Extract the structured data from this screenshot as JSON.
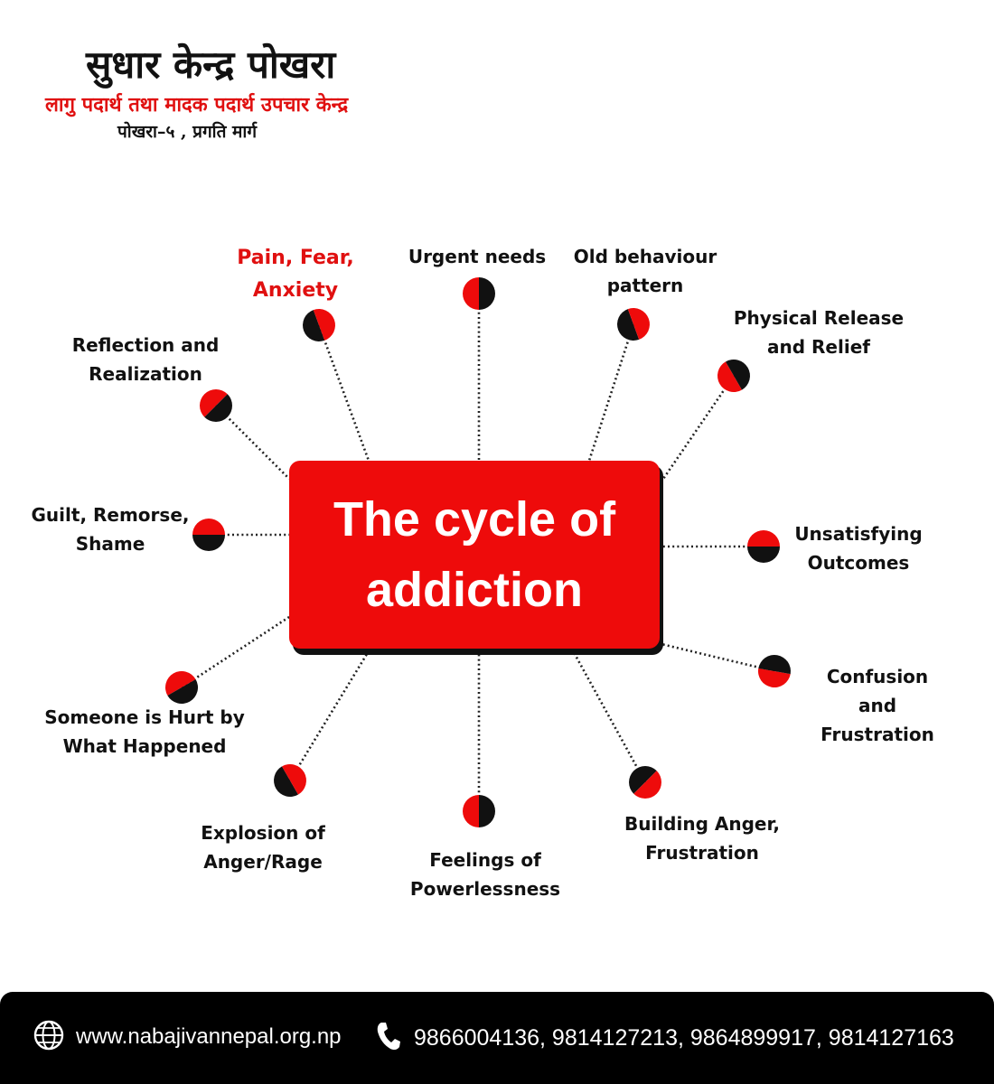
{
  "header": {
    "title": "सुधार केन्द्र पोखरा",
    "subtitle": "लागु पदार्थ तथा मादक पदार्थ उपचार केन्द्र",
    "address": "पोखरा–५ , प्रगति मार्ग"
  },
  "center": {
    "title": "The cycle of addiction"
  },
  "stages": [
    {
      "label": "Pain, Fear,\nAnxiety",
      "highlight": true
    },
    {
      "label": "Urgent needs",
      "highlight": false
    },
    {
      "label": "Old behaviour\npattern",
      "highlight": false
    },
    {
      "label": "Physical Release\nand Relief",
      "highlight": false
    },
    {
      "label": "Unsatisfying\nOutcomes",
      "highlight": false
    },
    {
      "label": "Confusion and\nFrustration",
      "highlight": false
    },
    {
      "label": "Building Anger,\nFrustration",
      "highlight": false
    },
    {
      "label": "Feelings of\nPowerlessness",
      "highlight": false
    },
    {
      "label": "Explosion of\nAnger/Rage",
      "highlight": false
    },
    {
      "label": "Someone is Hurt by\nWhat Happened",
      "highlight": false
    },
    {
      "label": "Guilt, Remorse,\nShame",
      "highlight": false
    },
    {
      "label": "Reflection and\nRealization",
      "highlight": false
    }
  ],
  "footer": {
    "website": "www.nabajivannepal.org.np",
    "phones": "9866004136, 9814127213, 9864899917, 9814127163",
    "icons": [
      "globe-icon",
      "phone-icon"
    ]
  },
  "colors": {
    "accent": "#ee0b0b",
    "dark": "#111111",
    "highlight_text": "#e01010"
  }
}
